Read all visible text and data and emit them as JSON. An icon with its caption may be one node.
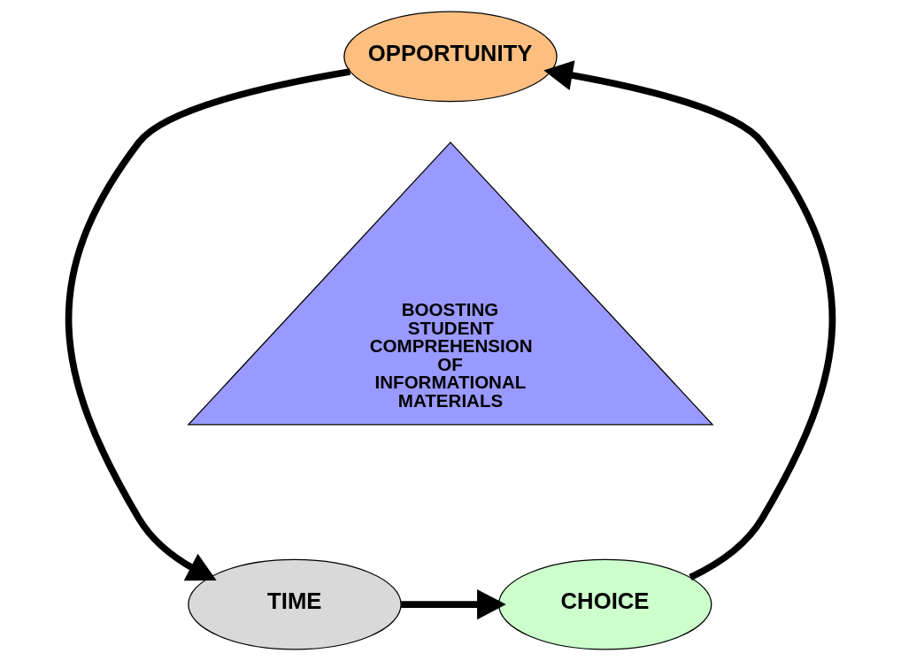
{
  "diagram": {
    "nodes": [
      {
        "text": [
          "OPPORTUNITY"
        ]
      },
      {
        "text": [
          "BOOSTING STUDENT COMPREHENSION OF INFORMATIONAL MATERIALS"
        ]
      },
      {
        "text": [
          "TIME"
        ]
      },
      {
        "text": [
          "CHOICE"
        ]
      }
    ],
    "edges": [
      {
        "from": 0,
        "to": 2,
        "arrow": "to"
      },
      {
        "from": 2,
        "to": 3,
        "arrow": "to"
      },
      {
        "from": 3,
        "to": 0,
        "arrow": "to"
      }
    ]
  }
}
